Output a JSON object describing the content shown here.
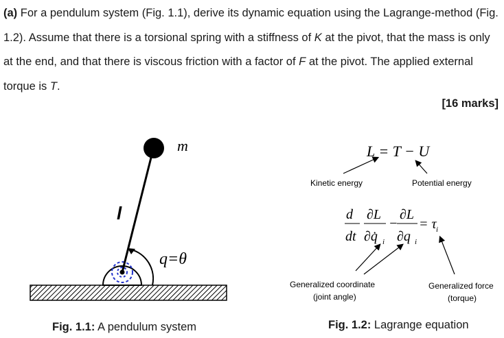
{
  "question": {
    "part_label": "(a)",
    "text_1": " For a pendulum system (Fig. 1.1), derive its dynamic equation using the Lagrange-method (Fig. 1.2). Assume that there is a torsional spring with a stiffness of ",
    "K": "K",
    "text_2": " at the pivot, that the mass is only at the end, and that there is viscous friction with a factor of ",
    "F": "F",
    "text_3": " at the pivot. The applied external torque is ",
    "T": "T",
    "text_4": "."
  },
  "marks": "[16 marks]",
  "fig1": {
    "mass_label": "m",
    "length_label": "l",
    "angle_label": "q=θ",
    "caption_bold": "Fig. 1.1:",
    "caption_text": " A pendulum system"
  },
  "fig2": {
    "lagrangian": "L = T − U",
    "kinetic_label": "Kinetic energy",
    "potential_label": "Potential energy",
    "eq_d": "d",
    "eq_dt": "dt",
    "eq_dL": "∂L",
    "eq_dqdot": "∂q̇",
    "eq_dq": "∂q",
    "sub_i": "i",
    "eq_tau": "= τ",
    "gen_coord_label_1": "Generalized coordinate",
    "gen_coord_label_2": "(joint angle)",
    "gen_force_label_1": "Generalized force",
    "gen_force_label_2": "(torque)",
    "caption_bold": "Fig. 1.2:",
    "caption_text": " Lagrange equation"
  }
}
